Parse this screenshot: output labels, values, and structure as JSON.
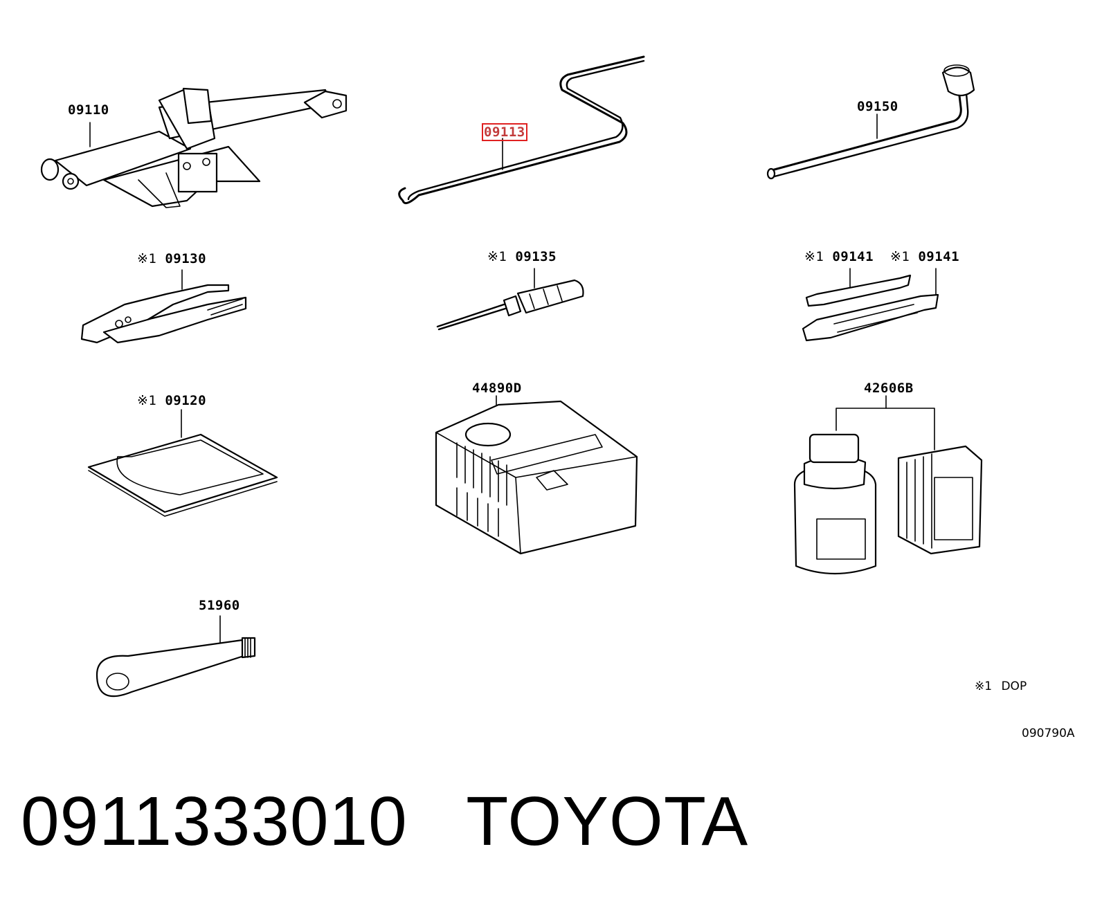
{
  "parts": {
    "jack": "09110",
    "jack_handle": "09113",
    "wheel_wrench": "09150",
    "pliers": "09130",
    "pliers_prefix": "※1",
    "screwdriver": "09135",
    "screwdriver_prefix": "※1",
    "wrench_a": "09141",
    "wrench_a_prefix": "※1",
    "wrench_b": "09141",
    "wrench_b_prefix": "※1",
    "tool_bag": "09120",
    "tool_bag_prefix": "※1",
    "compressor": "44890D",
    "sealant_kit": "42606B",
    "towing_eyelet": "51960"
  },
  "legend": {
    "mark": "※1",
    "text": "DOP"
  },
  "diagram_code": "090790A",
  "caption": {
    "part_number": "0911333010",
    "brand": "TOYOTA"
  },
  "colors": {
    "highlight": "#e02020",
    "line": "#000000",
    "background": "#ffffff"
  }
}
